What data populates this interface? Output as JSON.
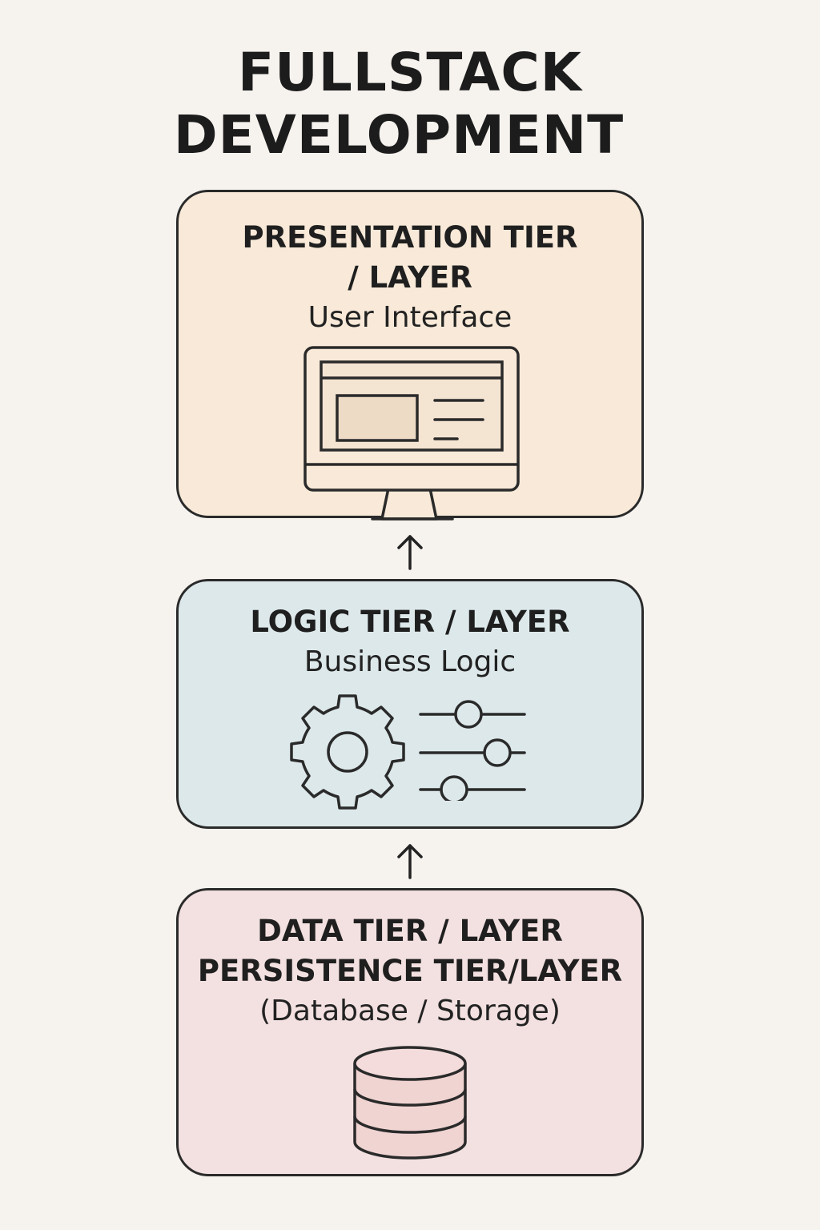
{
  "title": {
    "line1": "FULLSTACK",
    "line2": "DEVELOPMENT"
  },
  "tiers": {
    "presentation": {
      "heading_line1": "PRESENTATION TIER",
      "heading_line2": "/ LAYER",
      "subtitle": "User Interface",
      "icon": "monitor-icon",
      "color": "#f8e9d8"
    },
    "logic": {
      "heading_line1": "LOGIC TIER / LAYER",
      "subtitle": "Business Logic",
      "icons": [
        "gear-icon",
        "sliders-icon"
      ],
      "color": "#dde8ea"
    },
    "data": {
      "heading_line1": "DATA TIER / LAYER",
      "heading_line2": "PERSISTENCE TIER/LAYER",
      "subtitle": "(Database / Storage)",
      "icon": "database-icon",
      "color": "#f3e0e0"
    }
  },
  "arrows": [
    "arrow-up-icon",
    "arrow-up-icon"
  ],
  "colors": {
    "background": "#f6f2ee",
    "stroke": "#2a2a2a"
  }
}
